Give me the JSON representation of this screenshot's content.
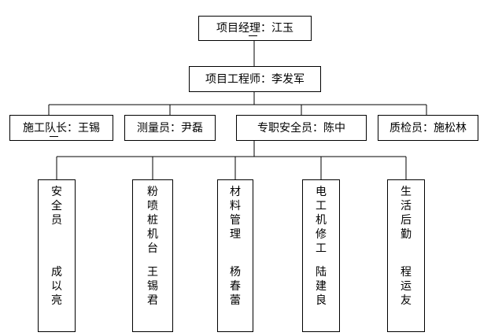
{
  "org": {
    "manager": "项目经理：江玉",
    "engineer": "项目工程师：李发军",
    "leads": [
      "施工队长：王锡",
      "测量员：尹磊",
      "专职安全员：陈中",
      "质检员：施松林"
    ],
    "teams": [
      {
        "role": "安\n全\n员",
        "name": "成\n以\n亮"
      },
      {
        "role": "粉\n喷\n桩\n机\n台",
        "name": "王\n锡\n君"
      },
      {
        "role": "材\n料\n管\n理",
        "name": "杨\n春\n蕾"
      },
      {
        "role": "电\n工\n机\n修\n工",
        "name": "陆\n建\n良"
      },
      {
        "role": "生\n活\n后\n勤",
        "name": "程\n运\n友"
      }
    ]
  }
}
